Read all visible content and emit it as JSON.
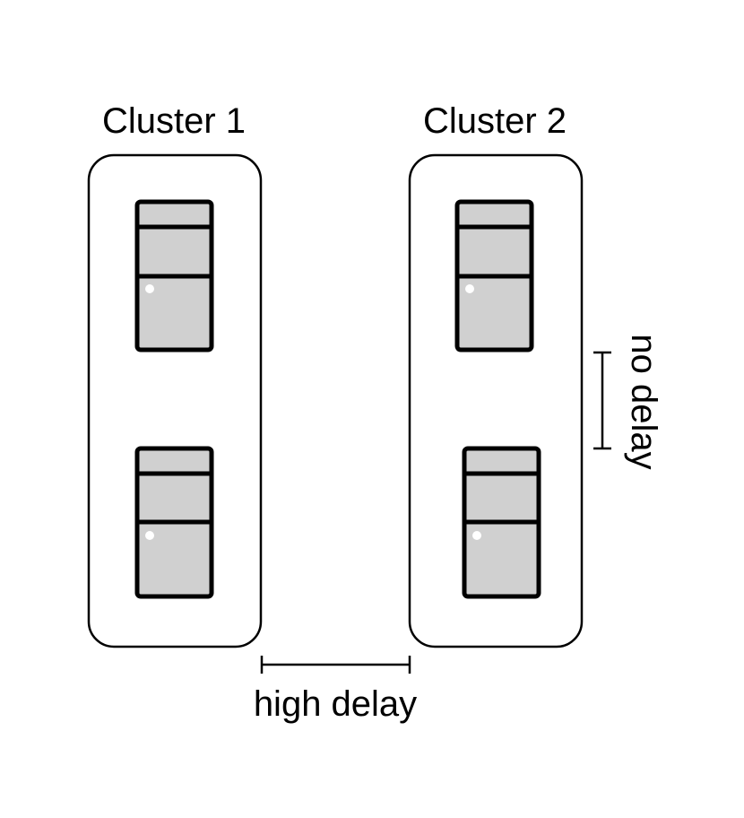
{
  "clusters": [
    {
      "title": "Cluster 1",
      "servers": 2
    },
    {
      "title": "Cluster 2",
      "servers": 2
    }
  ],
  "intra_cluster_label": "no delay",
  "inter_cluster_label": "high delay",
  "colors": {
    "stroke": "#000000",
    "server_fill": "#d0d0d0",
    "led": "#ffffff",
    "background": "#ffffff"
  },
  "icons": [
    "server-tower-icon"
  ]
}
